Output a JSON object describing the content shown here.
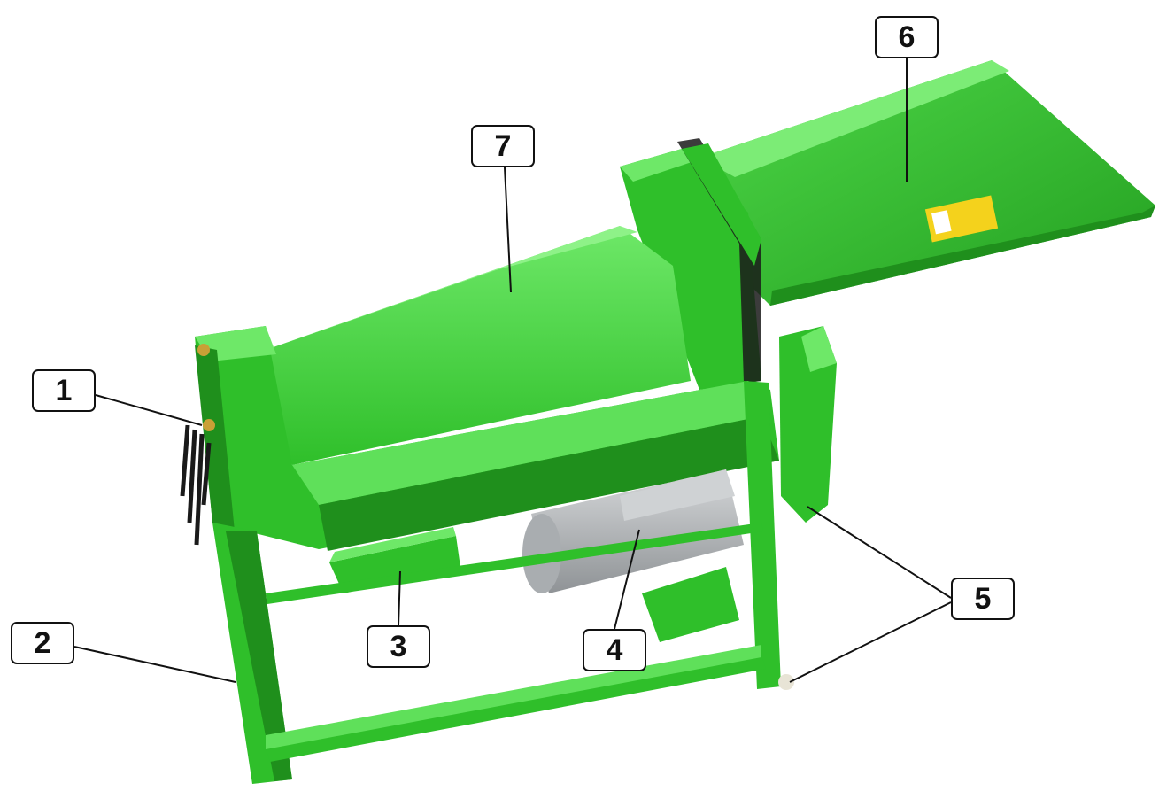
{
  "colors": {
    "machine_green": "#2fbf2a",
    "machine_dark": "#1f8f1c",
    "machine_light": "#5fe05a",
    "motor_gray": "#b9bcbf",
    "label_yellow": "#f4d21c",
    "leader_line": "#111111"
  },
  "callouts": [
    {
      "id": "1",
      "label": "1"
    },
    {
      "id": "2",
      "label": "2"
    },
    {
      "id": "3",
      "label": "3"
    },
    {
      "id": "4",
      "label": "4"
    },
    {
      "id": "5",
      "label": "5"
    },
    {
      "id": "6",
      "label": "6"
    },
    {
      "id": "7",
      "label": "7"
    }
  ]
}
